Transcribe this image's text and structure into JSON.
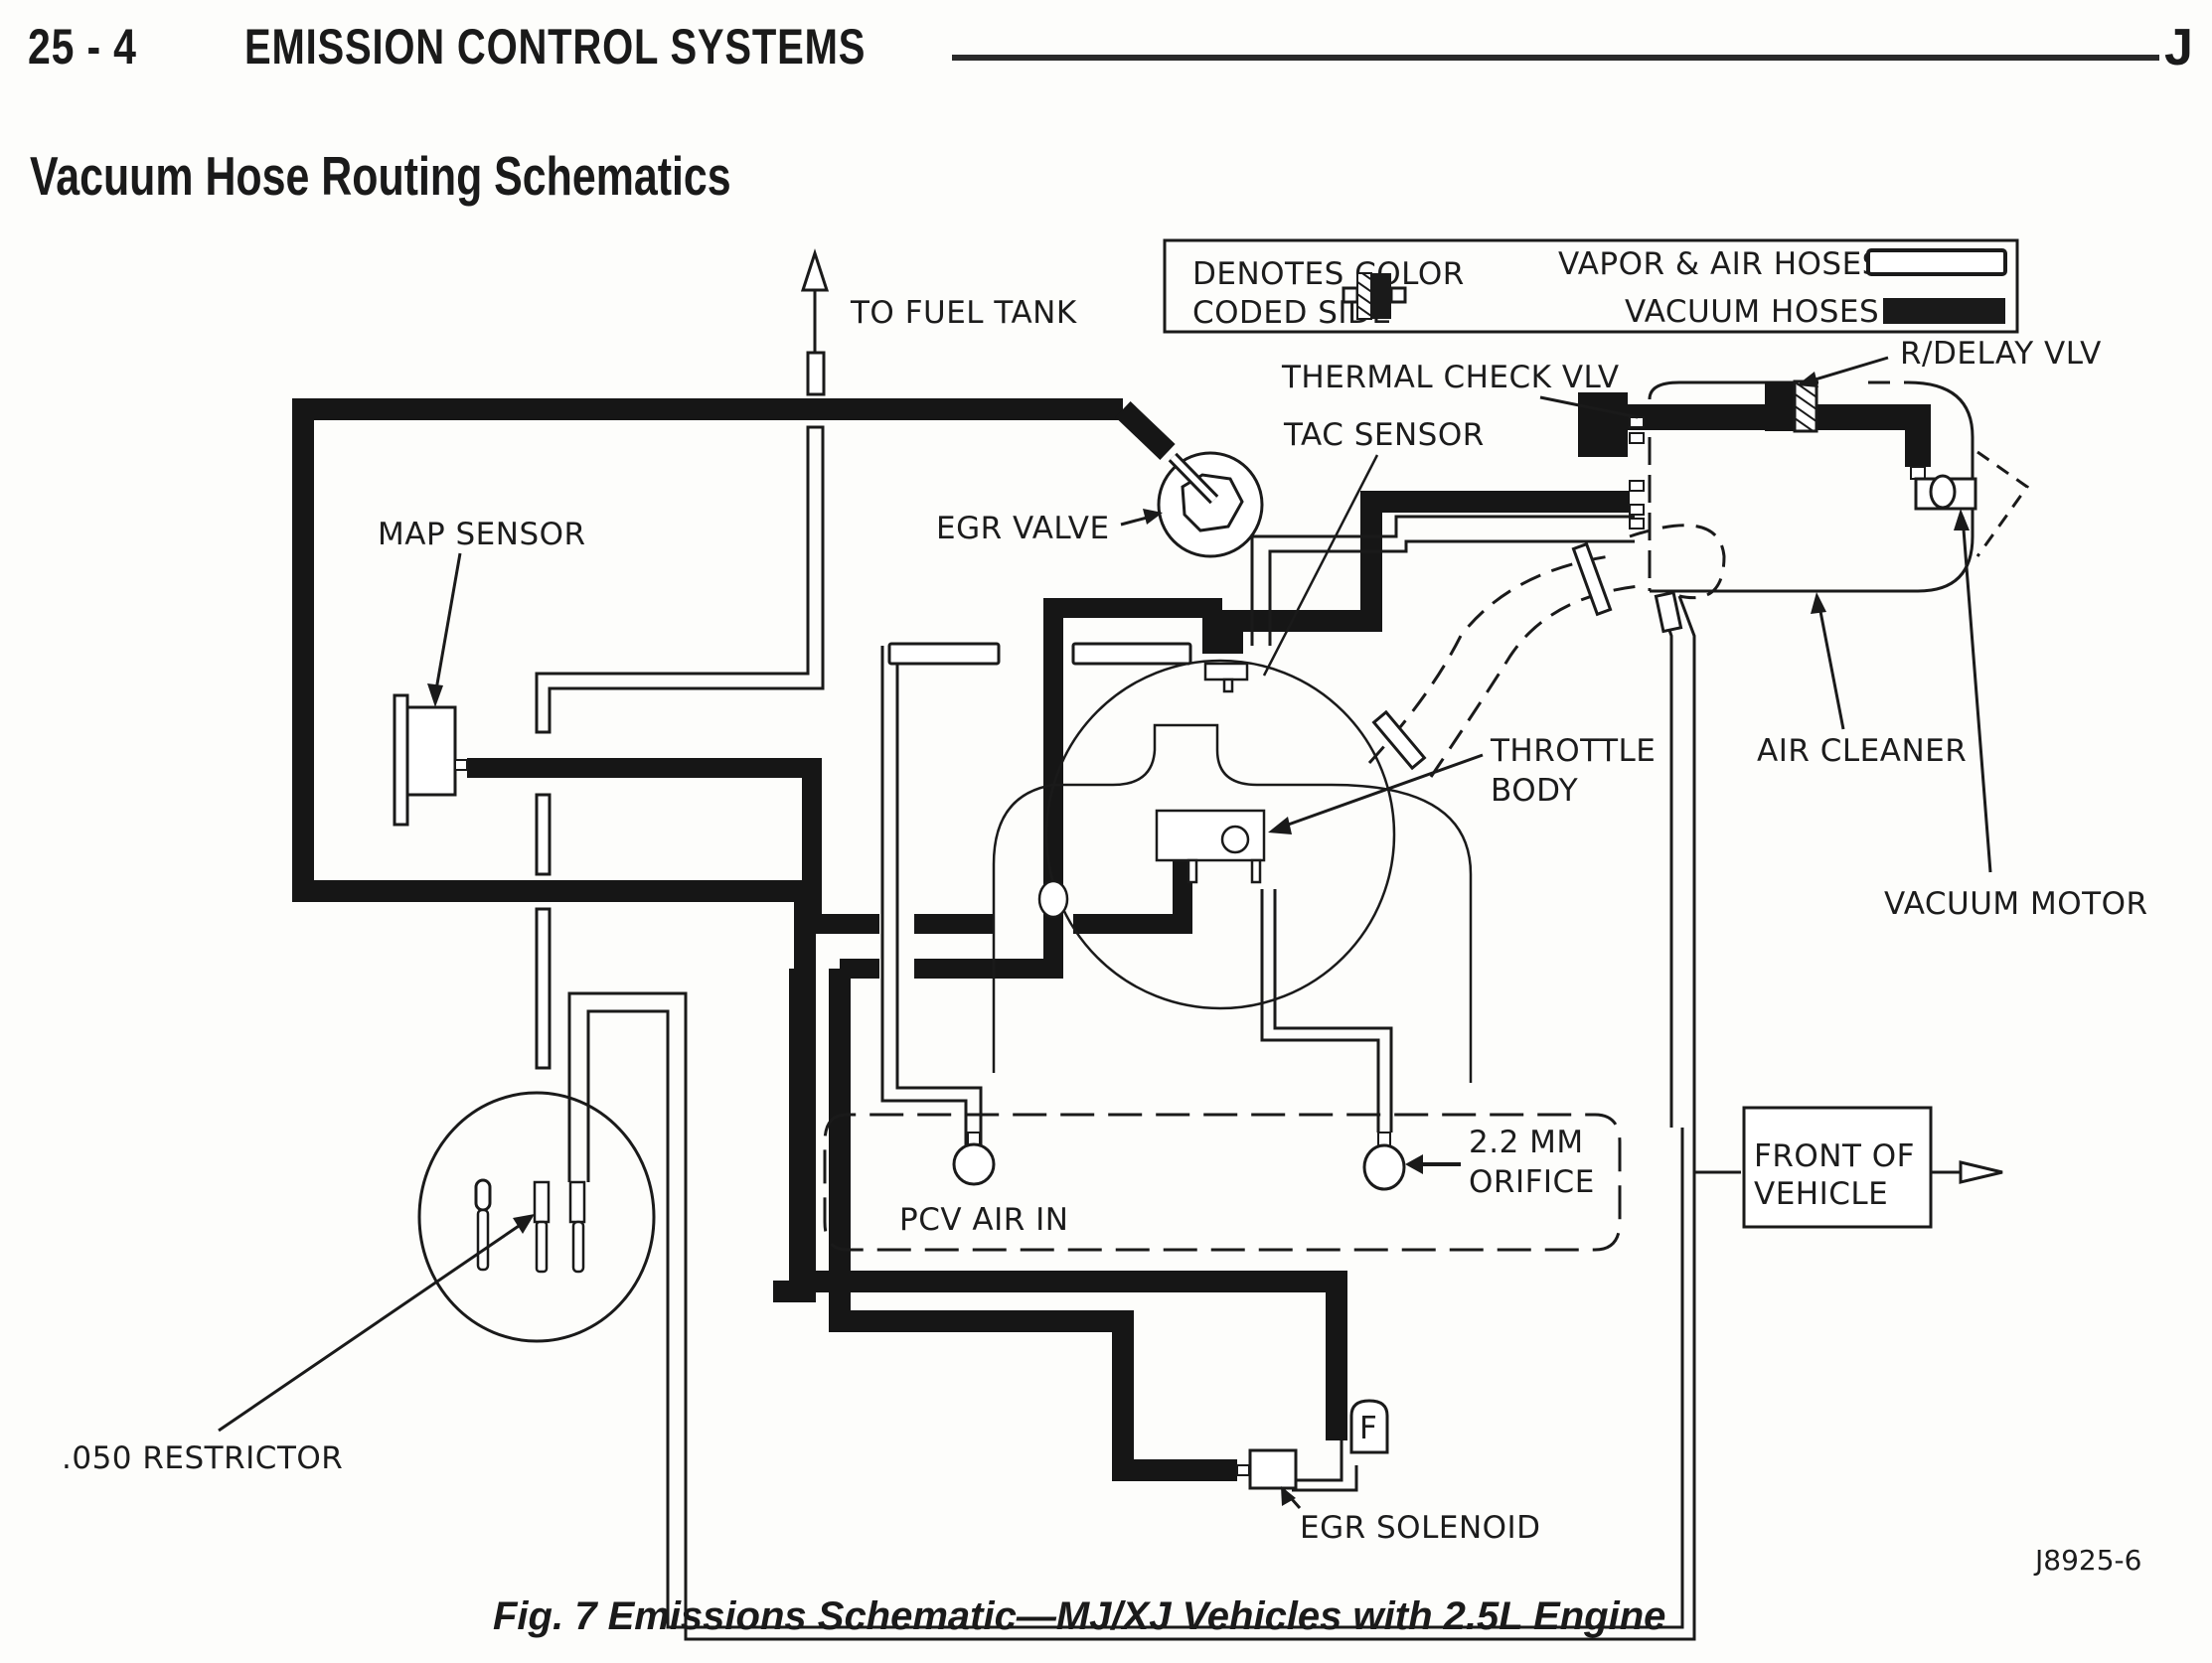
{
  "header": {
    "section_number": "25 - 4",
    "section_title": "EMISSION CONTROL SYSTEMS",
    "edge_mark": "J"
  },
  "subtitle": "Vacuum Hose Routing Schematics",
  "legend": {
    "color_coded_line1": "DENOTES COLOR",
    "color_coded_line2": "CODED SIDE",
    "vapor_air": "VAPOR & AIR HOSES",
    "vacuum": "VACUUM HOSES"
  },
  "labels": {
    "to_fuel_tank": "TO FUEL TANK",
    "map_sensor": "MAP SENSOR",
    "egr_valve": "EGR VALVE",
    "thermal_check_vlv": "THERMAL CHECK VLV",
    "r_delay_vlv": "R/DELAY VLV",
    "tac_sensor": "TAC SENSOR",
    "throttle_body_1": "THROTTLE",
    "throttle_body_2": "BODY",
    "air_cleaner": "AIR CLEANER",
    "vacuum_motor": "VACUUM MOTOR",
    "orifice_1": "2.2 MM",
    "orifice_2": "ORIFICE",
    "pcv_air_in": "PCV AIR IN",
    "front_of_vehicle_1": "FRONT OF",
    "front_of_vehicle_2": "VEHICLE",
    "restrictor": ".050 RESTRICTOR",
    "egr_solenoid": "EGR SOLENOID",
    "filter_mark": "F"
  },
  "figure_id": "J8925-6",
  "caption": "Fig. 7 Emissions Schematic—MJ/XJ Vehicles with 2.5L Engine"
}
